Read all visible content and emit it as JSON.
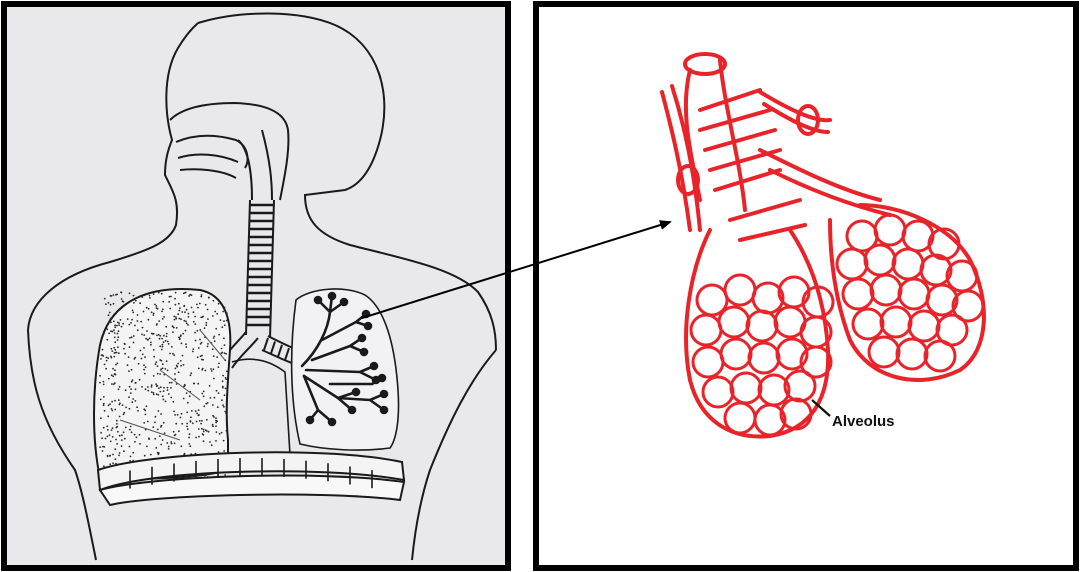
{
  "left_panel": {
    "illustration": "human-respiratory-system",
    "background": "#e9e9ec",
    "border": "#000000",
    "line_color": "#1a1a1a"
  },
  "right_panel": {
    "illustration": "alveoli-cluster",
    "background": "#ffffff",
    "border": "#000000",
    "line_color": "#e8242a",
    "labels": {
      "alveolus": "Alveolus"
    }
  },
  "connector": {
    "color": "#000000",
    "style": "arrow"
  }
}
